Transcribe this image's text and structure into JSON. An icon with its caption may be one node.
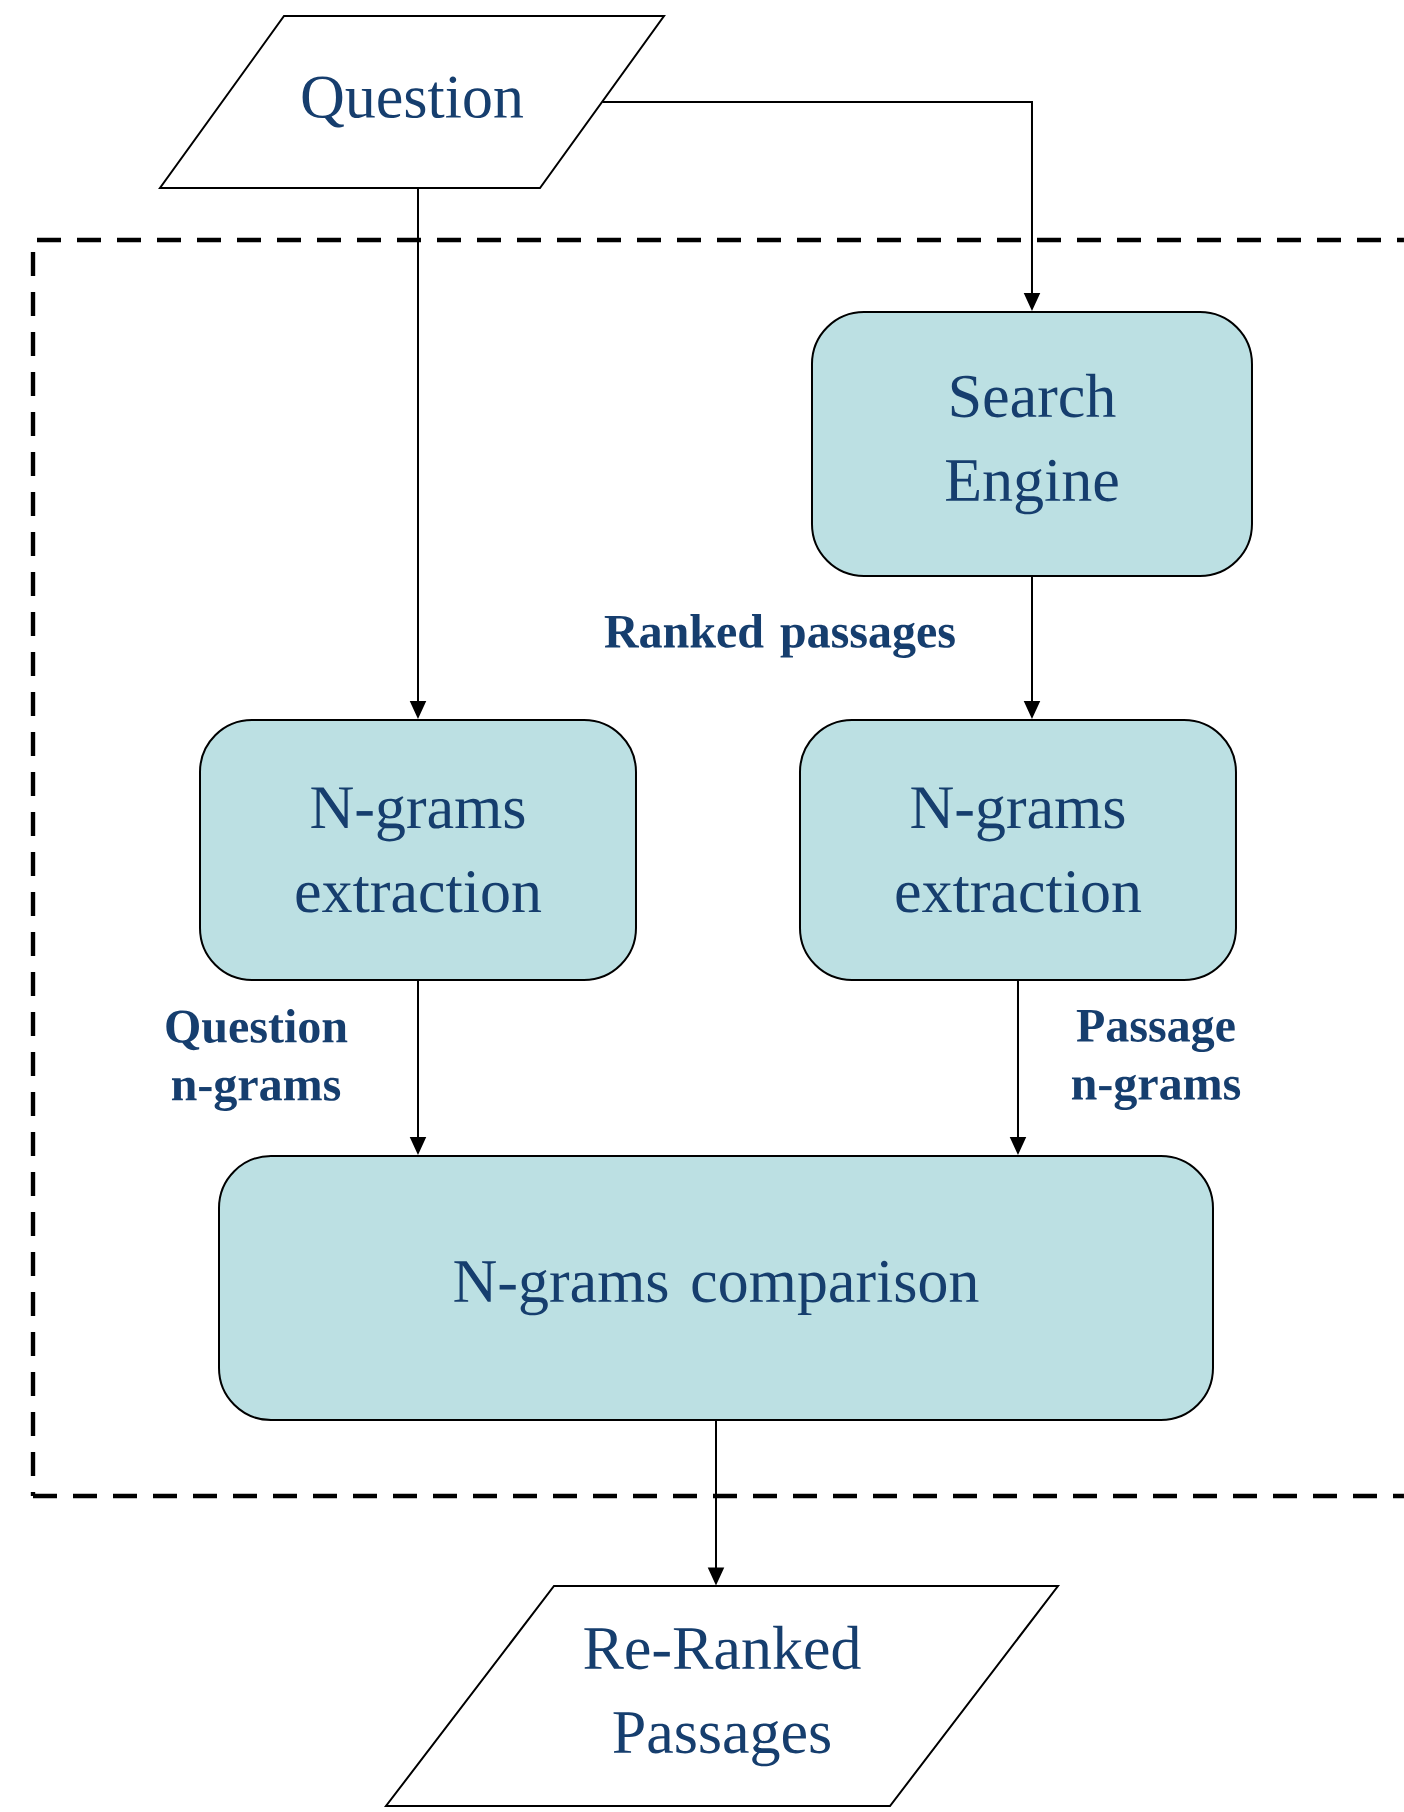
{
  "diagram": {
    "nodes": [
      {
        "text": [
          "Question"
        ]
      },
      {
        "text": [],
        "shape": "box"
      },
      {
        "text": [
          "Search Engine"
        ],
        "in": 1
      },
      {
        "text": [
          "N-grams extraction"
        ],
        "in": 1
      },
      {
        "text": [
          "N-grams extraction"
        ],
        "in": 1
      },
      {
        "text": [
          "N-grams comparison"
        ],
        "in": 1
      },
      {
        "text": [
          "Re-Ranked Passages"
        ]
      }
    ],
    "edges": [
      {
        "from": 0,
        "to": 3,
        "arrow": "to"
      },
      {
        "from": 0,
        "to": 2,
        "arrow": "to"
      },
      {
        "from": 2,
        "to": 4,
        "arrow": "to",
        "label": "Ranked passages"
      },
      {
        "from": 3,
        "to": 5,
        "arrow": "to",
        "label": "Question n-grams"
      },
      {
        "from": 4,
        "to": 5,
        "arrow": "to",
        "label": "Passage n-grams"
      },
      {
        "from": 5,
        "to": 6,
        "arrow": "to"
      }
    ]
  }
}
